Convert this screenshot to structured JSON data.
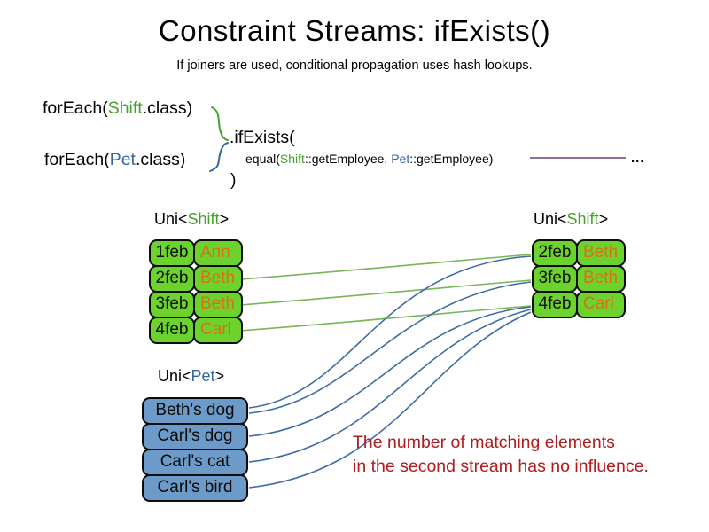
{
  "title": "Constraint Streams: ifExists()",
  "subtitle": "If joiners are used, conditional propagation uses hash lookups.",
  "code": {
    "foreach_shift": {
      "pre": "forEach(",
      "cls": "Shift",
      "post": ".class)"
    },
    "foreach_pet": {
      "pre": "forEach(",
      "cls": "Pet",
      "post": ".class)"
    },
    "if_exists": ".ifExists(",
    "equal": {
      "pre": "equal(",
      "shift": "Shift",
      "mid": "::getEmployee, ",
      "pet": "Pet",
      "post": "::getEmployee)"
    },
    "close_paren": ")",
    "ellipsis": "..."
  },
  "left_table": {
    "label_pre": "Uni<",
    "label_cls": "Shift",
    "label_post": ">",
    "rows": [
      {
        "date": "1feb",
        "name": "Ann"
      },
      {
        "date": "2feb",
        "name": "Beth"
      },
      {
        "date": "3feb",
        "name": "Beth"
      },
      {
        "date": "4feb",
        "name": "Carl"
      }
    ]
  },
  "right_table": {
    "label_pre": "Uni<",
    "label_cls": "Shift",
    "label_post": ">",
    "rows": [
      {
        "date": "2feb",
        "name": "Beth"
      },
      {
        "date": "3feb",
        "name": "Beth"
      },
      {
        "date": "4feb",
        "name": "Carl"
      }
    ]
  },
  "pet_table": {
    "label_pre": "Uni<",
    "label_cls": "Pet",
    "label_post": ">",
    "rows": [
      "Beth's dog",
      "Carl's dog",
      "Carl's cat",
      "Carl's bird"
    ]
  },
  "note": {
    "line1": "The number of matching elements",
    "line2": "in the second stream has no influence."
  },
  "colors": {
    "shift_cell_fill": "#6bd22e",
    "pet_cell_fill": "#6d9bc9",
    "employee_name_text": "#dc7013",
    "code_shift_green": "#44a22a",
    "code_pet_blue": "#3465a4",
    "connector_green": "#76b656",
    "connector_blue": "#3d6ca5",
    "equal_reference_line": "#7a5f96",
    "note_red": "#b21b1b"
  }
}
